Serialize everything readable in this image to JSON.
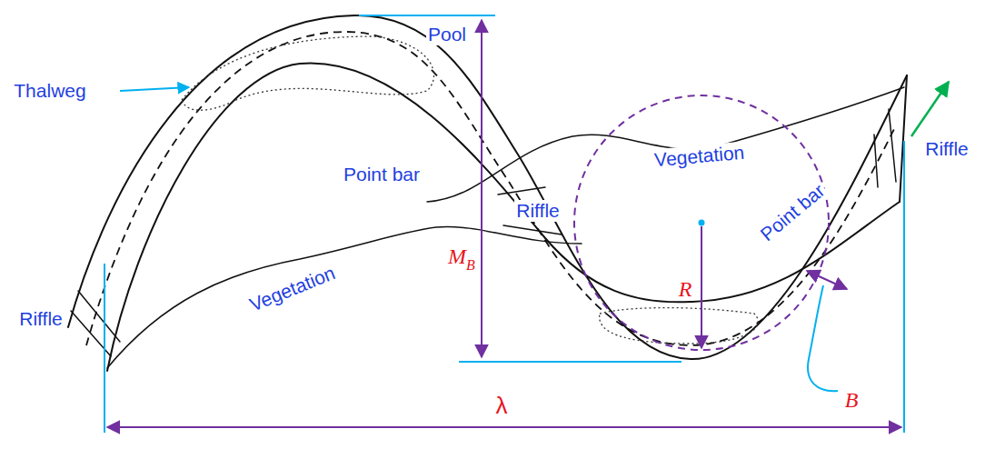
{
  "diagram": {
    "labels": [
      "Thalweg",
      "Pool",
      "Point bar",
      "Riffle",
      "Vegetation",
      "Riffle",
      "Vegetation",
      "Point bar",
      "Riffle",
      "M",
      "B",
      "R",
      "B",
      "λ"
    ]
  }
}
